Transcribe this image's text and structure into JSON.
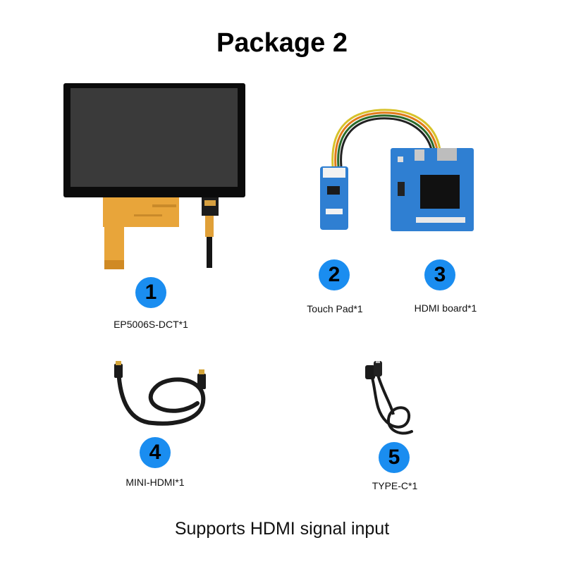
{
  "page": {
    "title": "Package 2",
    "footer": "Supports HDMI signal input"
  },
  "items": [
    {
      "number": "1",
      "label": "EP5006S-DCT*1",
      "icon": "lcd-display-icon"
    },
    {
      "number": "2",
      "label": "Touch Pad*1",
      "icon": "touch-controller-board-icon"
    },
    {
      "number": "3",
      "label": "HDMI board*1",
      "icon": "hdmi-driver-board-icon"
    },
    {
      "number": "4",
      "label": "MINI-HDMI*1",
      "icon": "mini-hdmi-cable-icon"
    },
    {
      "number": "5",
      "label": "TYPE-C*1",
      "icon": "type-c-cable-icon"
    }
  ],
  "colors": {
    "badge": "#1a8df0",
    "screen_bezel": "#0b0b0b",
    "fpc": "#e8a53a",
    "pcb": "#2f7fd2"
  }
}
